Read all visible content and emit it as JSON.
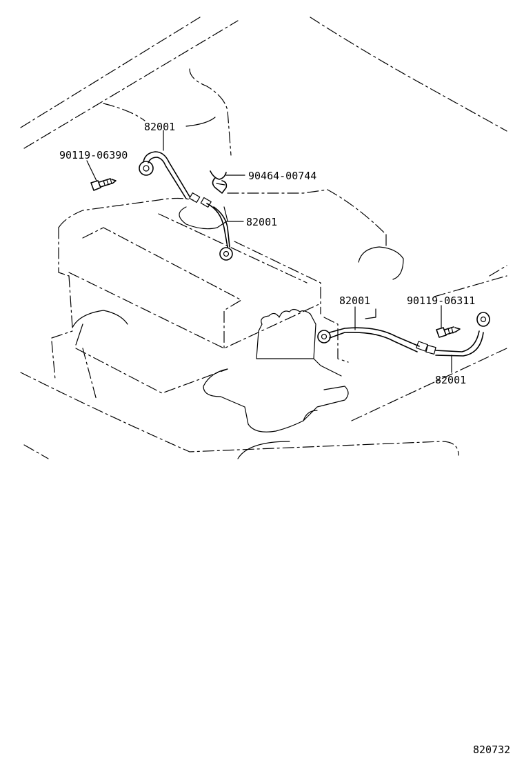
{
  "diagram": {
    "labels": {
      "wire_upper_top": "82001",
      "bolt_left": "90119-06390",
      "clamp": "90464-00744",
      "wire_upper_mid": "82001",
      "wire_right_top": "82001",
      "bolt_right": "90119-06311",
      "wire_right_bottom": "82001"
    },
    "illustration_number": "820732"
  }
}
